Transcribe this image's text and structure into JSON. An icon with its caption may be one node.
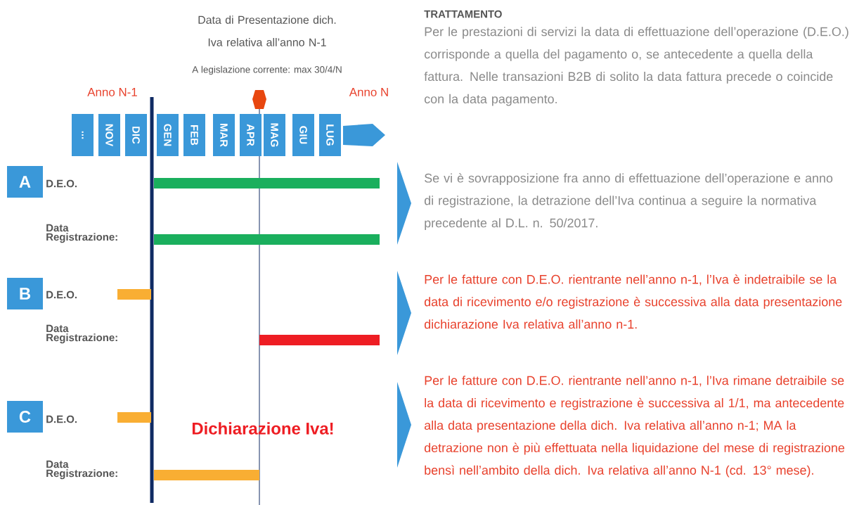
{
  "diagram": {
    "nodes": [
      {
        "text": [
          "..."
        ]
      },
      {
        "text": [
          "NOV"
        ]
      },
      {
        "text": [
          "DIC"
        ]
      },
      {
        "text": [
          "GEN"
        ]
      },
      {
        "text": [
          "FEB"
        ]
      },
      {
        "text": [
          "MAR"
        ]
      },
      {
        "text": [
          "APR"
        ]
      },
      {
        "text": [
          "MAG"
        ]
      },
      {
        "text": [
          "GIU"
        ]
      },
      {
        "text": [
          "LUG"
        ]
      },
      {
        "text": [
          "A"
        ]
      },
      {
        "text": [
          "B"
        ]
      },
      {
        "text": [
          "C"
        ]
      }
    ],
    "labels": [
      "Data di Presentazione dich. Iva relativa all’anno N-1",
      "A legislazione corrente: max 30/4/N",
      "TRATTAMENTO",
      "Per le prestazioni di servizi la data di effettuazione dell’operazione (D.E.O.) corrisponde a quella del pagamento o, se antecedente a quella della fattura. Nelle transazioni B2B di solito la data fattura precede o coincide con la data pagamento.",
      "Anno N-1",
      "Anno N",
      "D.E.O.",
      "Data Registrazione:",
      "Se vi è sovrapposizione fra anno di effettuazione dell’operazione e anno di registrazione, la detrazione dell’Iva continua a seguire la normativa precedente al D.L. n. 50/2017.",
      "D.E.O.",
      "Data Registrazione:",
      "Per le fatture con D.E.O. rientrante nell’anno n-1, l’Iva è indetraibile se la data di ricevimento e/o registrazione è successiva alla data presentazione dichiarazione Iva relativa all’anno n-1.",
      "D.E.O.",
      "Dichiarazione Iva!",
      "Data Registrazione:",
      "Per le fatture con D.E.O. rientrante nell’anno n-1, l’Iva rimane detraibile se la data di ricevimento e registrazione è successiva al 1/1, ma antecedente alla data presentazione della  dich. Iva relativa all’anno n-1; MA la detrazione non è più effettuata nella liquidazione del mese di registrazione bensì nell’ambito della dich. Iva relativa all’anno N-1 (cd. 13° mese)."
    ]
  }
}
